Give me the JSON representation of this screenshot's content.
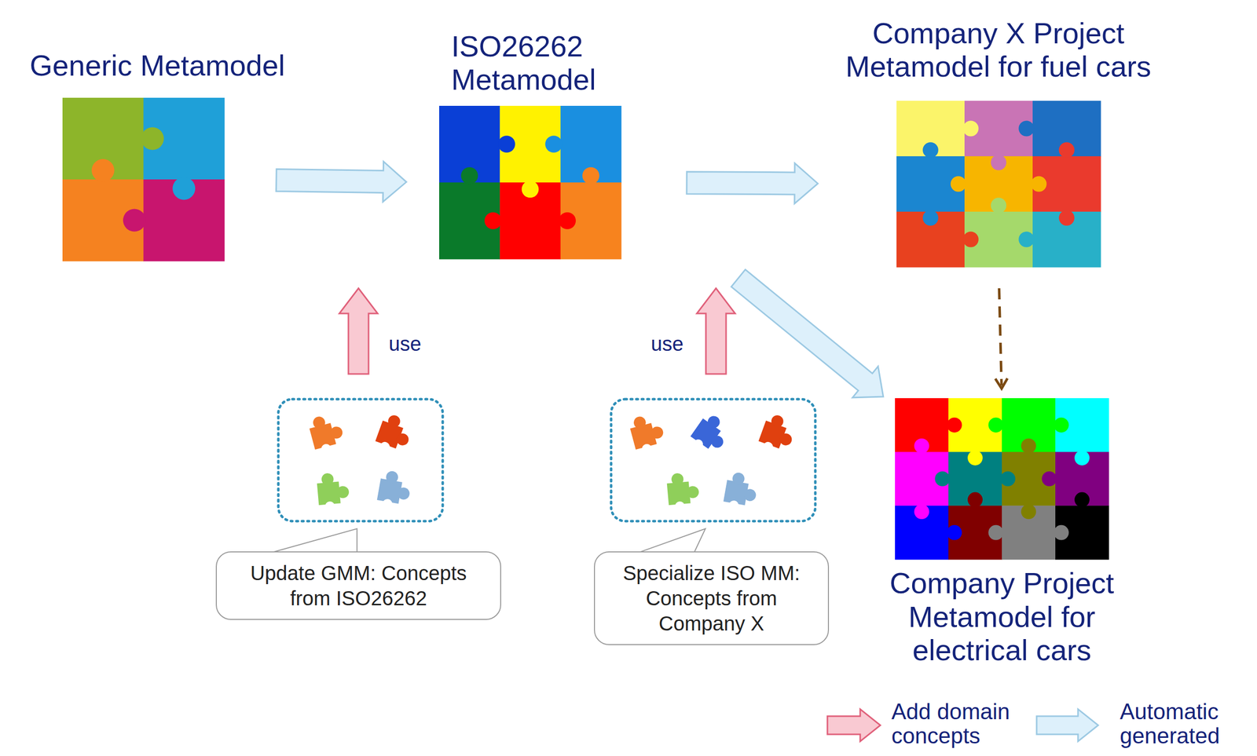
{
  "diagram": {
    "nodes": [
      {
        "text": [
          "Generic Metamodel"
        ]
      },
      {
        "text": [
          "ISO26262 Metamodel"
        ]
      },
      {
        "text": [
          "Company X Project Metamodel for fuel cars"
        ]
      },
      {
        "text": [
          "Company Project Metamodel for electrical cars"
        ]
      },
      {
        "text": [
          "Update GMM: Concepts from ISO26262"
        ]
      },
      {
        "text": [
          "Specialize ISO MM: Concepts from Company X"
        ]
      }
    ],
    "edges": [
      {
        "from": 0,
        "to": 1,
        "arrow": "to"
      },
      {
        "from": 1,
        "to": 2,
        "arrow": "to"
      },
      {
        "from": 1,
        "to": 3,
        "arrow": "to"
      },
      {
        "from": 2,
        "to": 3,
        "arrow": "to"
      }
    ],
    "labels": [
      "use",
      "use"
    ],
    "legend": [
      {
        "text": "Add domain concepts"
      },
      {
        "text": "Automatic generated"
      }
    ]
  }
}
